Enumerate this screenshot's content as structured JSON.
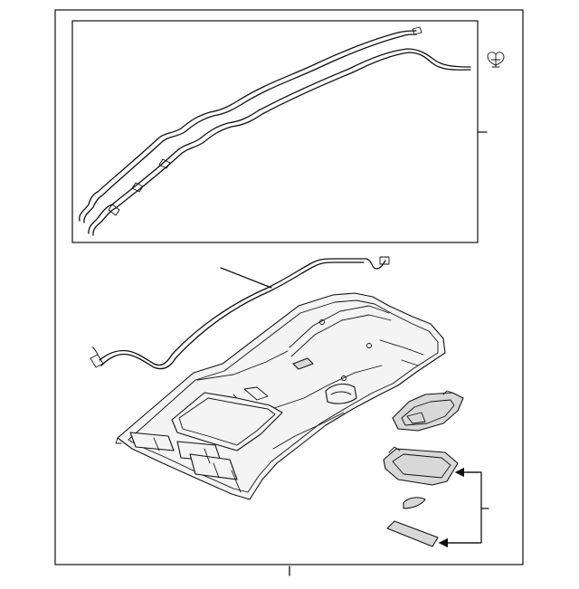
{
  "diagram": {
    "kind": "exploded parts view",
    "stroke_color": "#111111",
    "background_color": "#ffffff",
    "parts": [
      "outer-frame",
      "detail-box",
      "rail-harness-upper",
      "rail-harness-lower",
      "clip-icon",
      "main-harness",
      "headliner-panel",
      "sunroof-opening",
      "console-lamp",
      "sunvisor-bracket",
      "clip",
      "cover-pad"
    ]
  }
}
